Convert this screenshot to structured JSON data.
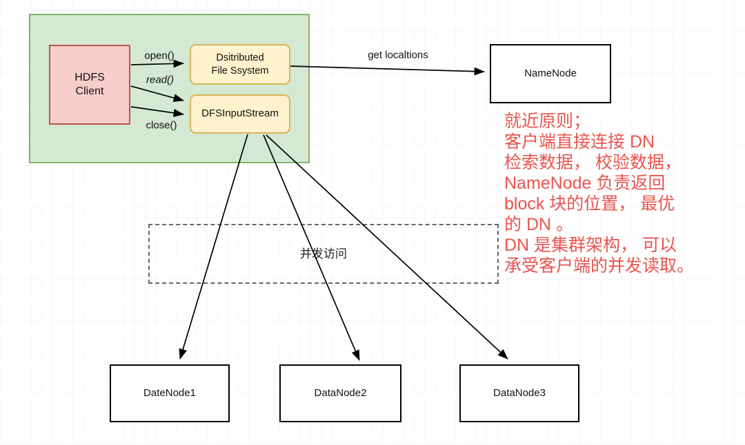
{
  "boxes": {
    "hdfs_client": "HDFS\nClient",
    "distributed_fs": "Dsitributed\nFile Ssystem",
    "dfs_input_stream": "DFSInputStream",
    "namenode": "NameNode",
    "datanode1": "DateNode1",
    "datanode2": "DataNode2",
    "datanode3": "DataNode3"
  },
  "edge_labels": {
    "open": "open()",
    "read": "read()",
    "close": "close()",
    "get_locations": "get localtions",
    "concurrent_access": "并发访问"
  },
  "annotation": {
    "text": "就近原则；\n客户端直接连接 DN\n检索数据， 校验数据，\nNameNode 负责返回\nblock 块的位置， 最优\n的 DN 。\nDN 是集群架构， 可以\n承受客户端的并发读取。",
    "color": "#ea544f"
  },
  "colors": {
    "group_fill": "#d5e8d4",
    "group_border": "#82b366",
    "client_fill": "#f8cecc",
    "client_border": "#b85450",
    "yellow_fill": "#fff2cc",
    "yellow_border": "#d6b656",
    "node_border": "#000000",
    "dashed_border": "#666666"
  }
}
